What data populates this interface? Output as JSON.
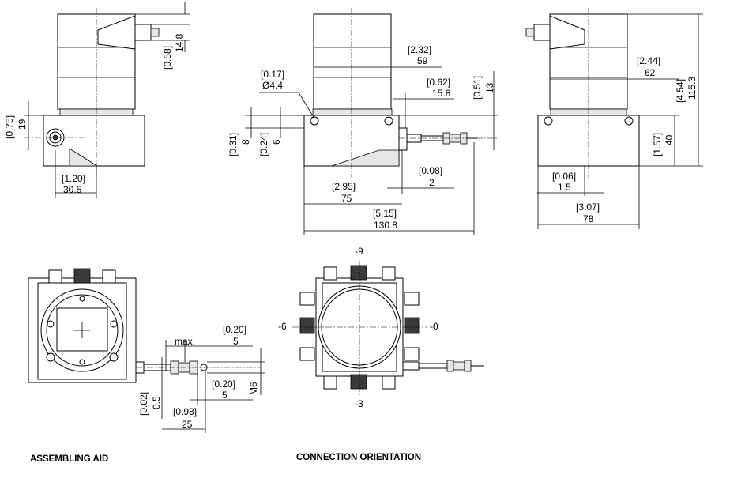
{
  "view_top_left": {
    "dim_cable_in": "[0.58]",
    "dim_cable_mm": "14.8",
    "dim_height_in": "[0.75]",
    "dim_height_mm": "19",
    "dim_width_in": "[1.20]",
    "dim_width_mm": "30.5"
  },
  "view_top_middle": {
    "dim_hole_in": "[0.17]",
    "dim_hole_mm": "Ø4.4",
    "dim_housing_in": "[2.32]",
    "dim_housing_mm": "59",
    "dim_rod_in": "[0.62]",
    "dim_rod_mm": "15.8",
    "dim_h1_in": "[0.51]",
    "dim_h1_mm": "13",
    "dim_base1_in": "[0.31]",
    "dim_base1_mm": "8",
    "dim_base2_in": "[0.24]",
    "dim_base2_mm": "6",
    "dim_gap_in": "[0.08]",
    "dim_gap_mm": "2",
    "dim_len_in": "[2.95]",
    "dim_len_mm": "75",
    "dim_total_in": "[5.15]",
    "dim_total_mm": "130.8"
  },
  "view_top_right": {
    "dim_width_in": "[2.44]",
    "dim_width_mm": "62",
    "dim_total_h_in": "[4.54]",
    "dim_total_h_mm": "115.3",
    "dim_base_h_in": "[1.57]",
    "dim_base_h_mm": "40",
    "dim_off_in": "[0.06]",
    "dim_off_mm": "1.5",
    "dim_base_w_in": "[3.07]",
    "dim_base_w_mm": "78"
  },
  "view_assembling": {
    "caption": "ASSEMBLING AID",
    "dim_max_prefix": "max.",
    "dim_max_in": "[0.20]",
    "dim_max_mm": "5",
    "dim_thread": "M6",
    "dim_nut_in": "[0.20]",
    "dim_nut_mm": "5",
    "dim_offset_in": "[0.02]",
    "dim_offset_mm": "0.5",
    "dim_len_in": "[0.98]",
    "dim_len_mm": "25"
  },
  "view_orientation": {
    "caption": "CONNECTION ORIENTATION",
    "label_top": "-9",
    "label_left": "-6",
    "label_right": "-0",
    "label_bottom": "-3"
  }
}
